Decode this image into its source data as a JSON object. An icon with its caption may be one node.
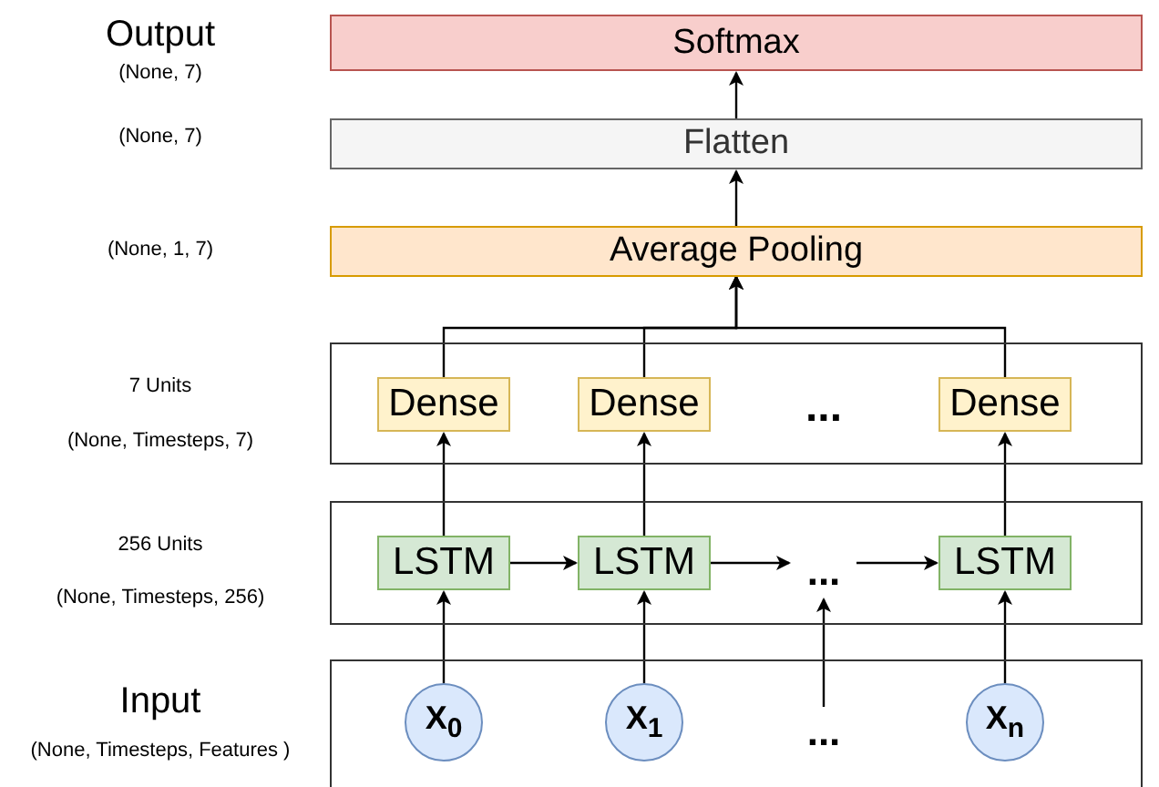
{
  "diagram": {
    "nodes": [
      {
        "text": [
          "Softmax"
        ]
      },
      {
        "text": [
          "Flatten"
        ]
      },
      {
        "text": [
          "Average Pooling"
        ]
      },
      {
        "text": [],
        "shape": "box"
      },
      {
        "text": [
          "Dense"
        ],
        "in": 3
      },
      {
        "text": [
          "Dense"
        ],
        "in": 3
      },
      {
        "text": [
          "Dense"
        ],
        "in": 3
      },
      {
        "text": [],
        "shape": "box"
      },
      {
        "text": [
          "LSTM"
        ],
        "in": 7
      },
      {
        "text": [
          "LSTM"
        ],
        "in": 7
      },
      {
        "text": [
          "..."
        ],
        "in": 7
      },
      {
        "text": [
          "LSTM"
        ],
        "in": 7
      },
      {
        "text": [],
        "shape": "box"
      },
      {
        "text": [
          "X$_{0}$"
        ],
        "in": 12
      },
      {
        "text": [
          "X$_{1}$"
        ],
        "in": 12
      },
      {
        "text": [
          "..."
        ],
        "in": 12
      },
      {
        "text": [
          "X$_{n}$"
        ],
        "in": 12
      }
    ],
    "edges": [
      {
        "from": 1,
        "to": 0,
        "arrow": "to"
      },
      {
        "from": 2,
        "to": 1,
        "arrow": "to"
      },
      {
        "from": 4,
        "to": 2,
        "arrow": "to"
      },
      {
        "from": 5,
        "to": 2,
        "arrow": "to"
      },
      {
        "from": 6,
        "to": 2,
        "arrow": "to"
      },
      {
        "from": 8,
        "to": 4,
        "arrow": "to"
      },
      {
        "from": 9,
        "to": 5,
        "arrow": "to"
      },
      {
        "from": 11,
        "to": 6,
        "arrow": "to"
      },
      {
        "from": 8,
        "to": 9,
        "arrow": "to"
      },
      {
        "from": 9,
        "to": 10,
        "arrow": "to"
      },
      {
        "from": 10,
        "to": 11,
        "arrow": "to"
      },
      {
        "from": 13,
        "to": 8,
        "arrow": "to"
      },
      {
        "from": 14,
        "to": 9,
        "arrow": "to"
      },
      {
        "from": 15,
        "to": 10,
        "arrow": "to"
      },
      {
        "from": 16,
        "to": 11,
        "arrow": "to"
      }
    ],
    "labels": [
      "Output",
      "(None, 7)",
      "(None, 7)",
      "(None, 1, 7)",
      "7 Units",
      "...",
      "(None, Timesteps, 7)",
      "256 Units",
      "(None, Timesteps, 256)",
      "Input",
      "(None, Timesteps, Features )"
    ]
  }
}
